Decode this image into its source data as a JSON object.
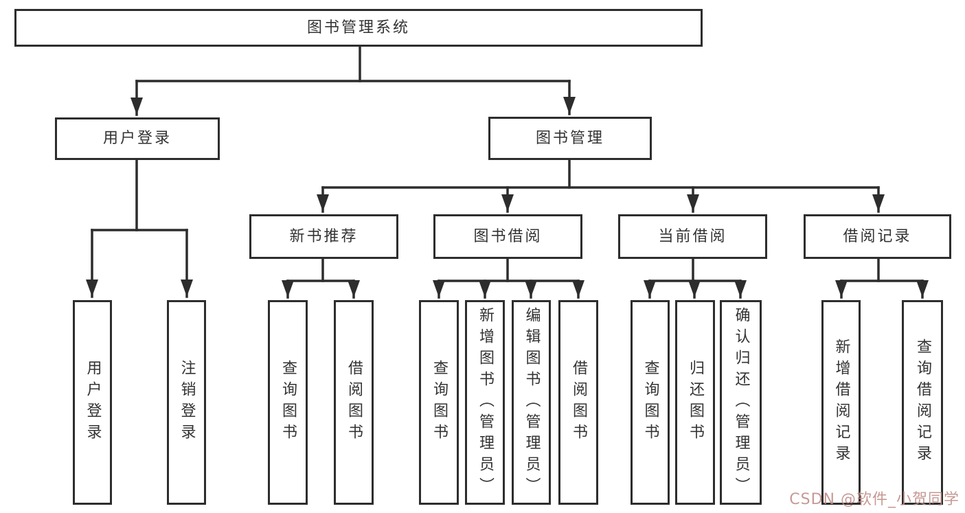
{
  "diagram": {
    "title": "图书管理系统",
    "colors": {
      "line": "#2d2d2d",
      "box_border": "#2d2d2d",
      "box_fill": "#ffffff",
      "text": "#333333",
      "watermark": "#c08e88",
      "background": "#ffffff"
    },
    "root": {
      "label": "图书管理系统"
    },
    "branches": [
      {
        "label": "用户登录",
        "children": [
          {
            "label": "用户登录"
          },
          {
            "label": "注销登录"
          }
        ]
      },
      {
        "label": "图书管理",
        "children": [
          {
            "label": "新书推荐",
            "children": [
              {
                "label": "查询图书"
              },
              {
                "label": "借阅图书"
              }
            ]
          },
          {
            "label": "图书借阅",
            "children": [
              {
                "label": "查询图书"
              },
              {
                "label": "新增图书（管理员）"
              },
              {
                "label": "编辑图书（管理员）"
              },
              {
                "label": "借阅图书"
              }
            ]
          },
          {
            "label": "当前借阅",
            "children": [
              {
                "label": "查询图书"
              },
              {
                "label": "归还图书"
              },
              {
                "label": "确认归还（管理员）"
              }
            ]
          },
          {
            "label": "借阅记录",
            "children": [
              {
                "label": "新增借阅记录"
              },
              {
                "label": "查询借阅记录"
              }
            ]
          }
        ]
      }
    ],
    "watermark": {
      "text": "CSDN @软件_小贺同学"
    }
  }
}
